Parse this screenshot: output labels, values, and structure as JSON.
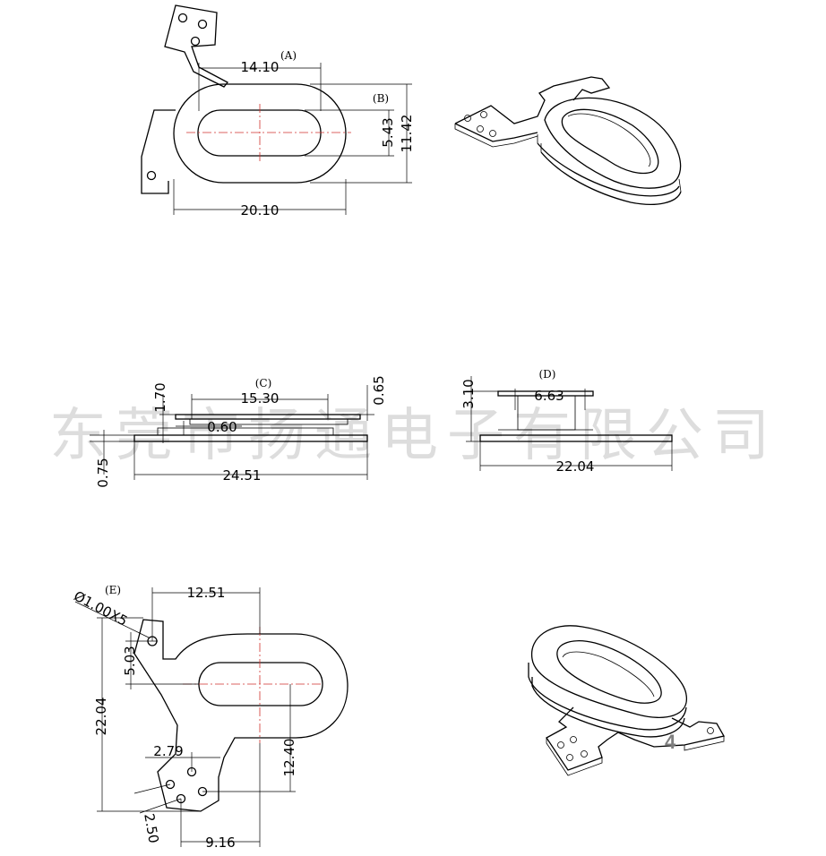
{
  "views": {
    "A": {
      "label": "(A)",
      "dims": {
        "inner_length": "14.10",
        "outer_length": "20.10",
        "outer_width": "11.42"
      }
    },
    "B": {
      "label": "(B)",
      "dims": {
        "inner_width": "5.43"
      }
    },
    "C": {
      "label": "(C)",
      "dims": {
        "top_width": "15.30",
        "step_height": "1.70",
        "offset": "0.60",
        "plate_thickness": "0.75",
        "total_length": "24.51",
        "coil_thickness": "0.65"
      }
    },
    "D": {
      "label": "(D)",
      "dims": {
        "top_width": "6.63",
        "height": "3.10",
        "total_length": "22.04"
      }
    },
    "E": {
      "label": "(E)",
      "dims": {
        "hole_spec": "Ø1.00X5",
        "center_offset": "12.51",
        "hole_to_center": "5.03",
        "total_height": "22.04",
        "pad_offset": "2.79",
        "pad_pitch": "2.50",
        "center_to_pad": "12.40",
        "pad_to_center": "9.16"
      }
    }
  },
  "watermark": "东莞市扬通电子有限公司",
  "part_number": "4",
  "colors": {
    "line": "#000000",
    "centerline": "#d0302c",
    "watermark": "#000000"
  }
}
